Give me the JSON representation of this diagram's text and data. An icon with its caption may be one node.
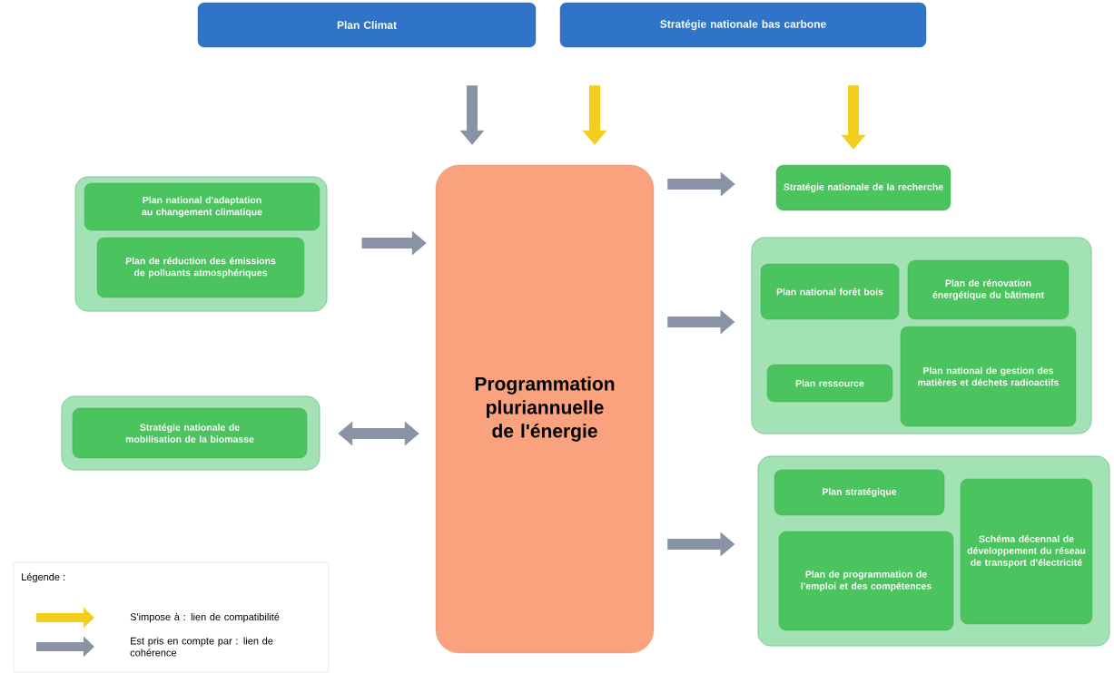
{
  "diagram": {
    "nodes": [
      {
        "text": [
          "Plan Climat"
        ]
      },
      {
        "text": [
          "Stratégie nationale bas carbone"
        ]
      },
      {
        "text": [
          "Programmation pluriannuelle de l'énergie"
        ]
      },
      {
        "text": [],
        "shape": "box"
      },
      {
        "text": [
          "Plan national d'adaptation au changement climatique"
        ],
        "in": 3
      },
      {
        "text": [
          "Plan de réduction des émissions de polluants atmosphériques"
        ],
        "in": 3
      },
      {
        "text": [],
        "shape": "box"
      },
      {
        "text": [
          "Stratégie nationale de mobilisation de la biomasse"
        ],
        "in": 6
      },
      {
        "text": [
          "Stratégie nationale de la recherche"
        ]
      },
      {
        "text": [],
        "shape": "box"
      },
      {
        "text": [
          "Plan national forêt bois"
        ],
        "in": 9
      },
      {
        "text": [
          "Plan de rénovation énergétique du bâtiment"
        ],
        "in": 9
      },
      {
        "text": [
          "Plan ressource"
        ],
        "in": 9
      },
      {
        "text": [
          "Plan national de gestion des matières et déchets radioactifs"
        ],
        "in": 9
      },
      {
        "text": [],
        "shape": "box"
      },
      {
        "text": [
          "Plan stratégique"
        ],
        "in": 14
      },
      {
        "text": [
          "Plan de programmation de l'emploi et des compétences"
        ],
        "in": 14
      },
      {
        "text": [
          "Schéma décennal de développement du réseau de transport d'électricité"
        ],
        "in": 14
      }
    ],
    "edges": [
      {
        "from": 0,
        "to": 2,
        "arrow": "to"
      },
      {
        "from": 1,
        "to": 2,
        "arrow": "to",
        "color": "#f2cf1d"
      },
      {
        "from": 1,
        "to": 8,
        "arrow": "to",
        "color": "#f2cf1d"
      },
      {
        "from": 2,
        "to": 8,
        "arrow": "to"
      },
      {
        "from": 3,
        "to": 2,
        "arrow": "to"
      },
      {
        "from": 7,
        "to": 2,
        "arrow": "both"
      },
      {
        "from": 2,
        "to": 9,
        "arrow": "to"
      },
      {
        "from": 2,
        "to": 14,
        "arrow": "to"
      }
    ],
    "labels": [
      "Légende :"
    ],
    "legend": [
      {
        "text": "S'impose à : lien de compatibilité"
      },
      {
        "text": "Est pris en compte par : lien de cohérence"
      }
    ]
  }
}
